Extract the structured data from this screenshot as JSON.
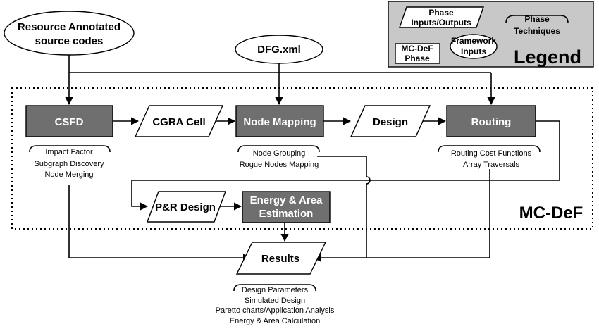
{
  "inputs": {
    "source_codes": [
      "Resource Annotated",
      "source codes"
    ],
    "dfg": "DFG.xml"
  },
  "framework": {
    "name": "MC-DeF"
  },
  "phases": {
    "csfd": {
      "label": "CSFD",
      "techniques": [
        "Impact Factor",
        "Subgraph Discovery",
        "Node Merging"
      ]
    },
    "node_mapping": {
      "label": "Node Mapping",
      "techniques": [
        "Node Grouping",
        "Rogue Nodes Mapping"
      ]
    },
    "routing": {
      "label": "Routing",
      "techniques": [
        "Routing Cost Functions",
        "Array Traversals"
      ]
    },
    "energy": {
      "label": [
        "Energy & Area",
        "Estimation"
      ]
    }
  },
  "io": {
    "cgra_cell": "CGRA Cell",
    "design": "Design",
    "pr_design": "P&R Design",
    "results": {
      "label": "Results",
      "techniques": [
        "Design Parameters",
        "Simulated Design",
        "Paretto charts/Application Analysis",
        "Energy & Area Calculation"
      ]
    }
  },
  "legend": {
    "title": "Legend",
    "io": [
      "Phase",
      "Inputs/Outputs"
    ],
    "techniques": [
      "Phase",
      "Techniques"
    ],
    "framework_inputs": [
      "Framework",
      "Inputs"
    ],
    "phase": [
      "MC-DeF",
      "Phase"
    ]
  },
  "colors": {
    "phase_fill": "#6f6f6f",
    "legend_bg": "#c8c8c8"
  }
}
